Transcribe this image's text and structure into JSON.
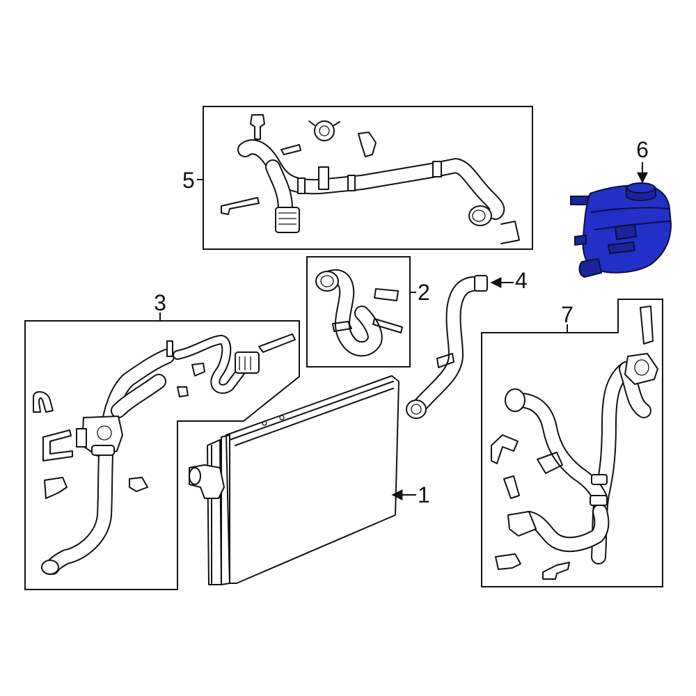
{
  "callouts": {
    "c1": "1",
    "c2": "2",
    "c3": "3",
    "c4": "4",
    "c5": "5",
    "c6": "6",
    "c7": "7"
  },
  "colors": {
    "highlight": "#2230c8",
    "line": "#111111",
    "background": "#ffffff"
  }
}
